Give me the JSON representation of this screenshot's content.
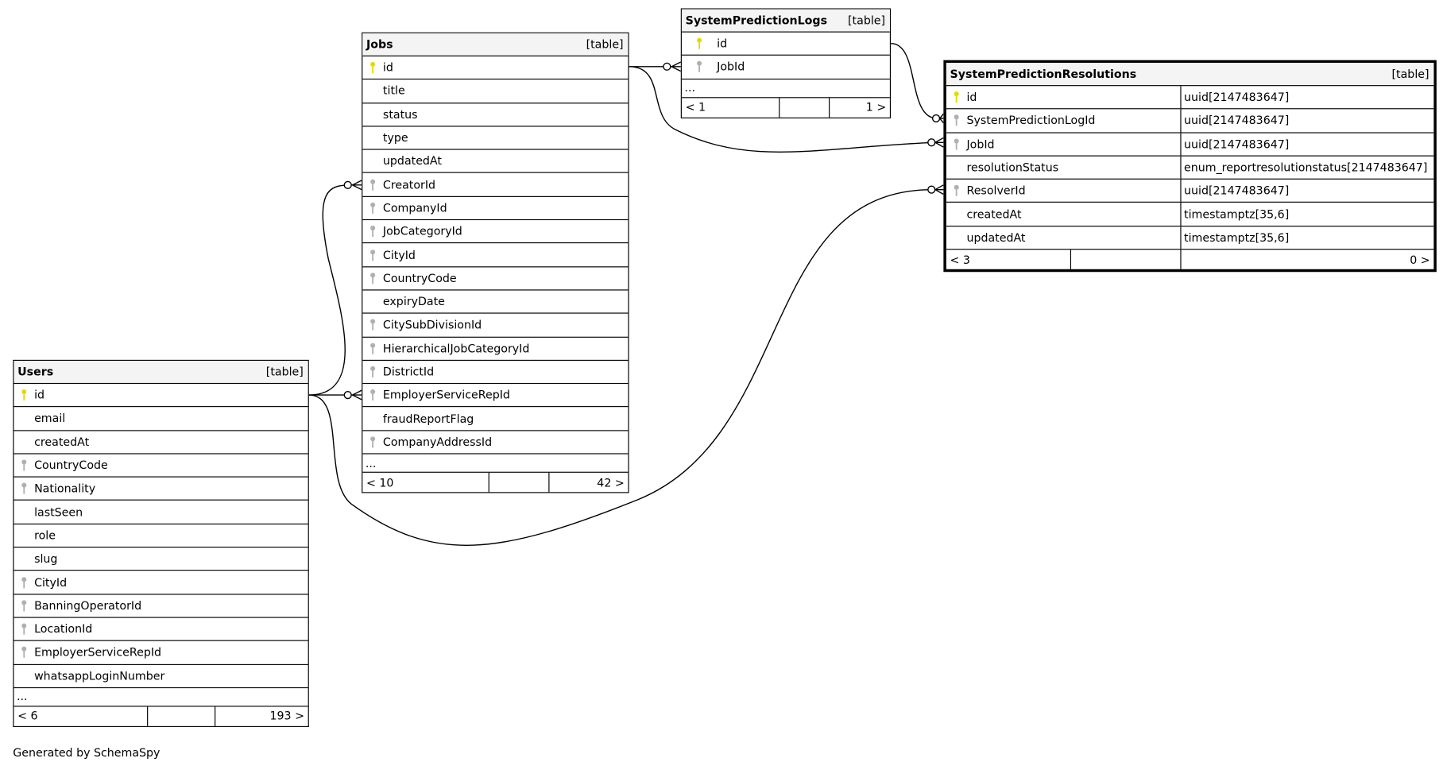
{
  "tables": [
    {
      "id": "jobs",
      "name": "Jobs",
      "kind": "[table]",
      "columns": [
        {
          "name": "id",
          "key": "pk"
        },
        {
          "name": "title"
        },
        {
          "name": "status"
        },
        {
          "name": "type"
        },
        {
          "name": "updatedAt"
        },
        {
          "name": "CreatorId",
          "key": "fk"
        },
        {
          "name": "CompanyId",
          "key": "fk"
        },
        {
          "name": "JobCategoryId",
          "key": "fk"
        },
        {
          "name": "CityId",
          "key": "fk"
        },
        {
          "name": "CountryCode",
          "key": "fk"
        },
        {
          "name": "expiryDate"
        },
        {
          "name": "CitySubDivisionId",
          "key": "fk"
        },
        {
          "name": "HierarchicalJobCategoryId",
          "key": "fk"
        },
        {
          "name": "DistrictId",
          "key": "fk"
        },
        {
          "name": "EmployerServiceRepId",
          "key": "fk"
        },
        {
          "name": "fraudReportFlag"
        },
        {
          "name": "CompanyAddressId",
          "key": "fk"
        }
      ],
      "more": "...",
      "footer": [
        "< 10",
        "",
        "42 >"
      ]
    },
    {
      "id": "users",
      "name": "Users",
      "kind": "[table]",
      "columns": [
        {
          "name": "id",
          "key": "pk"
        },
        {
          "name": "email"
        },
        {
          "name": "createdAt"
        },
        {
          "name": "CountryCode",
          "key": "fk"
        },
        {
          "name": "Nationality",
          "key": "fk"
        },
        {
          "name": "lastSeen"
        },
        {
          "name": "role"
        },
        {
          "name": "slug"
        },
        {
          "name": "CityId",
          "key": "fk"
        },
        {
          "name": "BanningOperatorId",
          "key": "fk"
        },
        {
          "name": "LocationId",
          "key": "fk"
        },
        {
          "name": "EmployerServiceRepId",
          "key": "fk"
        },
        {
          "name": "whatsappLoginNumber"
        }
      ],
      "more": "...",
      "footer": [
        "< 6",
        "",
        "193 >"
      ]
    },
    {
      "id": "spl",
      "name": "SystemPredictionLogs",
      "kind": "[table]",
      "columns": [
        {
          "name": "id",
          "key": "pk"
        },
        {
          "name": "JobId",
          "key": "fk"
        }
      ],
      "more": "...",
      "footer": [
        "< 1",
        "",
        "1 >"
      ]
    },
    {
      "id": "spr",
      "name": "SystemPredictionResolutions",
      "kind": "[table]",
      "columns": [
        {
          "name": "id",
          "key": "pk",
          "type": "uuid[2147483647]"
        },
        {
          "name": "SystemPredictionLogId",
          "key": "fk",
          "type": "uuid[2147483647]"
        },
        {
          "name": "JobId",
          "key": "fk",
          "type": "uuid[2147483647]"
        },
        {
          "name": "resolutionStatus",
          "type": "enum_reportresolutionstatus[2147483647]"
        },
        {
          "name": "ResolverId",
          "key": "fk",
          "type": "uuid[2147483647]"
        },
        {
          "name": "createdAt",
          "type": "timestamptz[35,6]"
        },
        {
          "name": "updatedAt",
          "type": "timestamptz[35,6]"
        }
      ],
      "footer": [
        "< 3",
        "",
        "0 >"
      ]
    }
  ],
  "generated_by": "Generated by SchemaSpy",
  "colors": {
    "pk_key": "#e6d800",
    "fk_key": "#b0b0b0",
    "header_bg": "#f4f4f4"
  }
}
